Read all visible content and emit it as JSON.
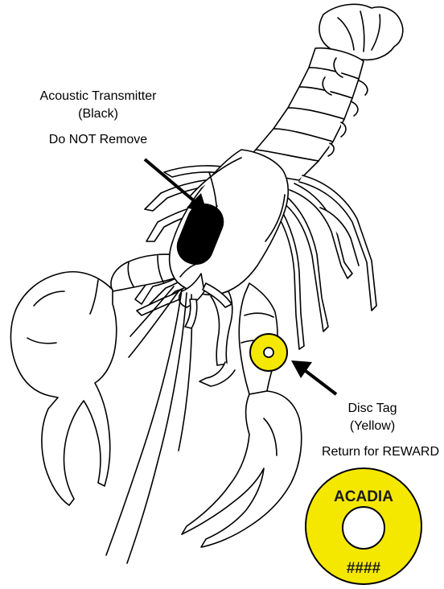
{
  "labels": {
    "transmitter": {
      "title": "Acoustic Transmitter",
      "color_note": "(Black)",
      "instruction": "Do NOT Remove"
    },
    "disc_tag": {
      "title": "Disc Tag",
      "color_note": "(Yellow)",
      "instruction": "Return for REWARD"
    },
    "disc_closeup": {
      "top_text": "ACADIA",
      "bottom_text": "####"
    }
  },
  "colors": {
    "tag_yellow": "#f5e800",
    "transmitter_black": "#000000",
    "outline": "#000000"
  }
}
